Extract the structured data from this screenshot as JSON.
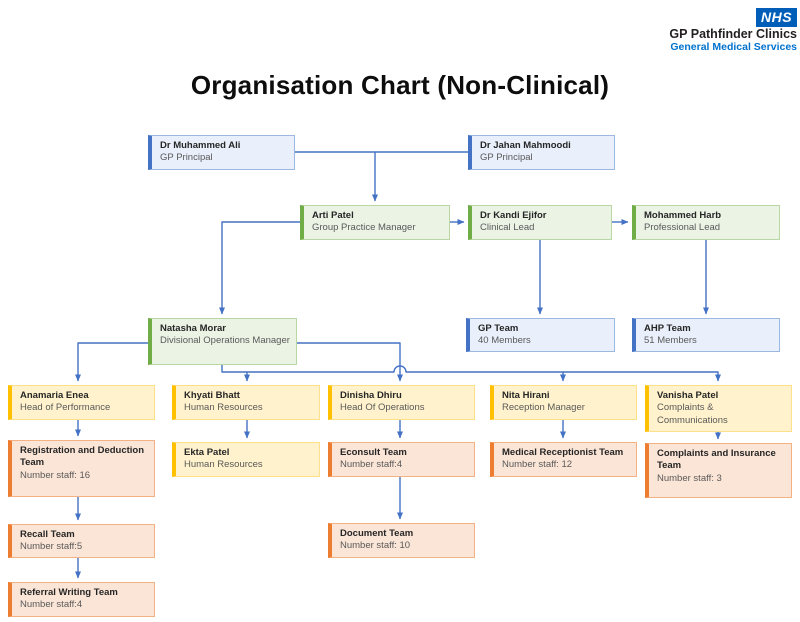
{
  "header": {
    "nhs_logo": "NHS",
    "org_name": "GP Pathfinder Clinics",
    "org_subtitle": "General Medical Services",
    "title": "Organisation Chart (Non-Clinical)"
  },
  "colors": {
    "nhs_blue": "#005EB8",
    "connector_blue": "#4472C4",
    "accent_blue": "#4472C4",
    "accent_green": "#70AD47",
    "accent_gold": "#FFC000",
    "accent_orange": "#ED7D31"
  },
  "nodes": [
    {
      "id": "dr-muhammed-ali",
      "name": "Dr Muhammed Ali",
      "role": "GP Principal",
      "theme": "blue"
    },
    {
      "id": "dr-jahan-mahmoodi",
      "name": "Dr Jahan Mahmoodi",
      "role": "GP Principal",
      "theme": "blue"
    },
    {
      "id": "arti-patel",
      "name": "Arti Patel",
      "role": "Group Practice Manager",
      "theme": "green"
    },
    {
      "id": "dr-kandi-ejifor",
      "name": "Dr Kandi Ejifor",
      "role": "Clinical Lead",
      "theme": "green"
    },
    {
      "id": "mohammed-harb",
      "name": "Mohammed Harb",
      "role": "Professional Lead",
      "theme": "green"
    },
    {
      "id": "natasha-morar",
      "name": "Natasha Morar",
      "role": "Divisional Operations Manager",
      "theme": "green"
    },
    {
      "id": "gp-team",
      "name": "GP Team",
      "role": "40 Members",
      "theme": "blue"
    },
    {
      "id": "ahp-team",
      "name": "AHP Team",
      "role": "51 Members",
      "theme": "blue"
    },
    {
      "id": "anamaria-enea",
      "name": "Anamaria Enea",
      "role": "Head of Performance",
      "theme": "gold"
    },
    {
      "id": "khyati-bhatt",
      "name": "Khyati Bhatt",
      "role": "Human Resources",
      "theme": "gold"
    },
    {
      "id": "dinisha-dhiru",
      "name": "Dinisha Dhiru",
      "role": "Head Of Operations",
      "theme": "gold"
    },
    {
      "id": "nita-hirani",
      "name": "Nita Hirani",
      "role": "Reception Manager",
      "theme": "gold"
    },
    {
      "id": "vanisha-patel",
      "name": "Vanisha Patel",
      "role": "Complaints & Communications",
      "theme": "gold"
    },
    {
      "id": "registration-and-deduction-team",
      "name": "Registration and Deduction Team",
      "role": "Number staff: 16",
      "theme": "orange"
    },
    {
      "id": "ekta-patel",
      "name": "Ekta Patel",
      "role": "Human Resources",
      "theme": "gold"
    },
    {
      "id": "econsult-team",
      "name": "Econsult Team",
      "role": "Number staff:4",
      "theme": "orange"
    },
    {
      "id": "medical-receptionist-team",
      "name": "Medical Receptionist Team",
      "role": "Number staff: 12",
      "theme": "orange"
    },
    {
      "id": "complaints-and-insurance-team",
      "name": "Complaints and Insurance Team",
      "role": "Number staff: 3",
      "theme": "orange"
    },
    {
      "id": "recall-team",
      "name": "Recall Team",
      "role": "Number staff:5",
      "theme": "orange"
    },
    {
      "id": "document-team",
      "name": "Document Team",
      "role": "Number staff: 10",
      "theme": "orange"
    },
    {
      "id": "referral-writing-team",
      "name": "Referral Writing Team",
      "role": "Number staff:4",
      "theme": "orange"
    }
  ]
}
